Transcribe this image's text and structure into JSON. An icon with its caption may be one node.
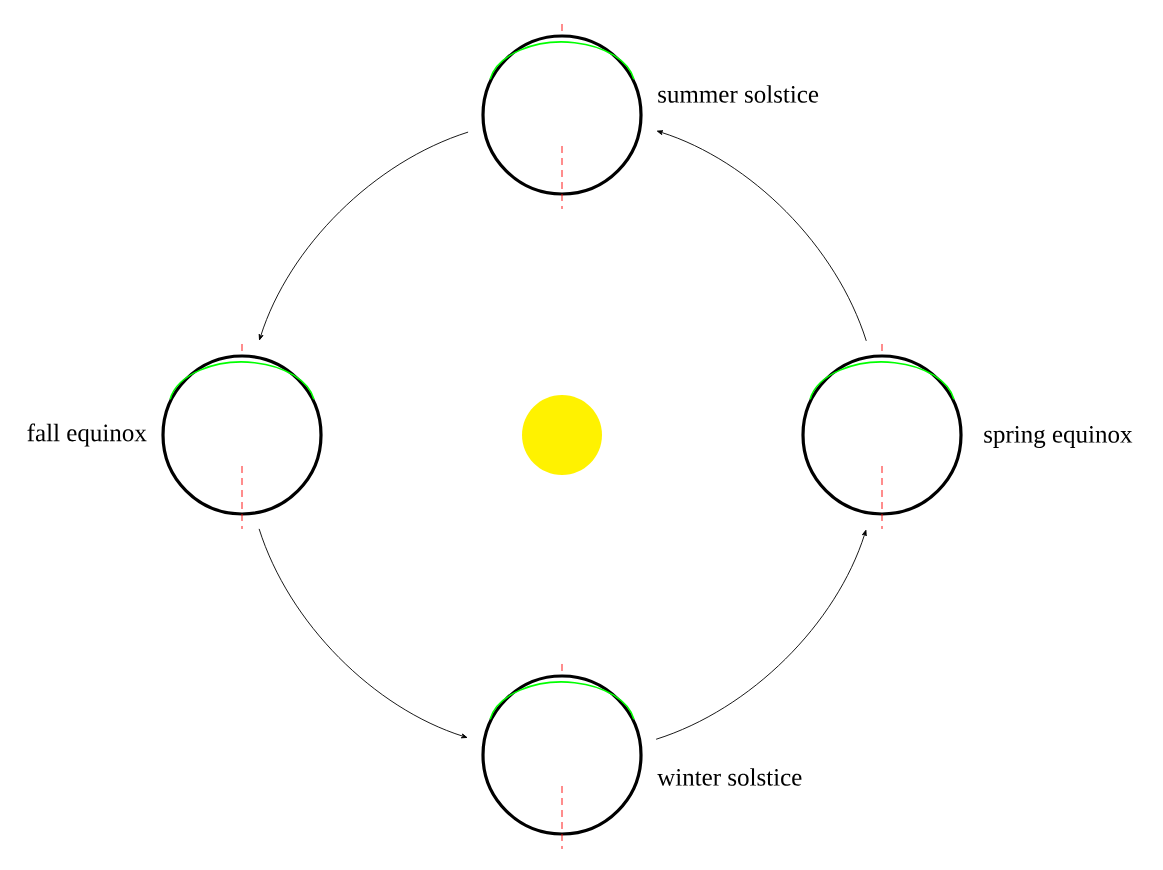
{
  "diagram": {
    "nodes": [
      {
        "text": [],
        "shape": "circle",
        "beside": [
          "summer solstice"
        ]
      },
      {
        "text": [],
        "shape": "circle",
        "beside": [
          "fall equinox"
        ]
      },
      {
        "text": [],
        "shape": "circle",
        "beside": [
          "spring equinox"
        ]
      },
      {
        "text": [],
        "shape": "circle",
        "beside": [
          "winter solstice"
        ]
      }
    ],
    "edges": [
      {
        "from": 2,
        "to": 0,
        "arrow": "to"
      },
      {
        "from": 0,
        "to": 1,
        "arrow": "to"
      },
      {
        "from": 1,
        "to": 3,
        "arrow": "to"
      },
      {
        "from": 3,
        "to": 2,
        "arrow": "to"
      }
    ]
  }
}
